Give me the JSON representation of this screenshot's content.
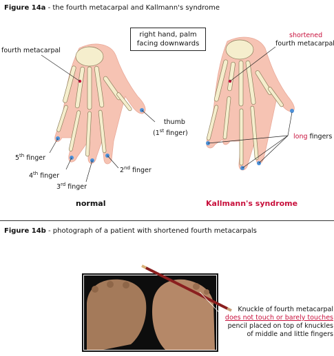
{
  "figure_a": {
    "number": "Figure 14a",
    "title": " - the fourth metacarpal and Kallmann's syndrome",
    "orientation_note_line1": "right hand, palm",
    "orientation_note_line2": "facing downwards",
    "left_hand": {
      "caption": "normal",
      "labels": {
        "fourth_metacarpal": "fourth metacarpal",
        "thumb": "thumb",
        "thumb_ordinal_open": "(1",
        "thumb_ordinal_sup": "st",
        "thumb_ordinal_close": " finger)",
        "fifth_num": "5",
        "fifth_sup": "th",
        "fifth_word": " finger",
        "fourth_num": "4",
        "fourth_sup": "th",
        "fourth_word": " finger",
        "third_num": "3",
        "third_sup": "rd",
        "third_word": " finger",
        "second_num": "2",
        "second_sup": "nd",
        "second_word": " finger"
      }
    },
    "right_hand": {
      "caption": "Kallmann's syndrome",
      "labels": {
        "shortened": "shortened",
        "fourth_metacarpal": "fourth metacarpal",
        "long": "long",
        "fingers": " fingers"
      }
    }
  },
  "figure_b": {
    "number": "Figure 14b",
    "title": " - photograph of a patient with shortened fourth metacarpals",
    "annotation": {
      "line1": "Knuckle of fourth metacarpal",
      "line2": "does not touch or barely touches",
      "line3": "pencil placed on top of knuckles",
      "line4": "of middle and little fingers"
    }
  },
  "colors": {
    "skin": "#f6c3b3",
    "bone": "#f5eecd",
    "highlight": "#c8103c",
    "tip_dot": "#4a90d9"
  }
}
